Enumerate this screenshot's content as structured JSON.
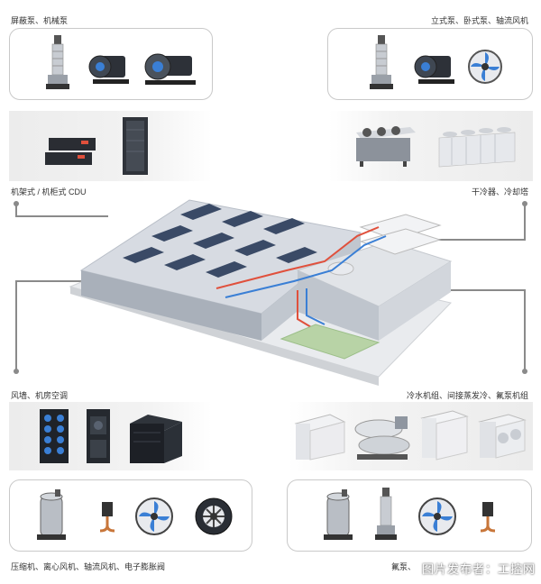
{
  "labels": {
    "top_left": "屏蔽泵、机械泵",
    "top_right": "立式泵、卧式泵、轴流风机",
    "mid_left": "机架式 / 机柜式 CDU",
    "mid_right": "干冷器、冷却塔",
    "lower_left": "风墙、机房空调",
    "lower_right": "冷水机组、间接蒸发冷、氟泵机组",
    "bottom_left": "压缩机、离心风机、轴流风机、电子膨胀阀",
    "bottom_right": "氟泵、"
  },
  "watermark": "图片发布者：工控网",
  "colors": {
    "line": "#8a8a8a",
    "pipe_red": "#e0503c",
    "pipe_blue": "#3a7fd5"
  }
}
